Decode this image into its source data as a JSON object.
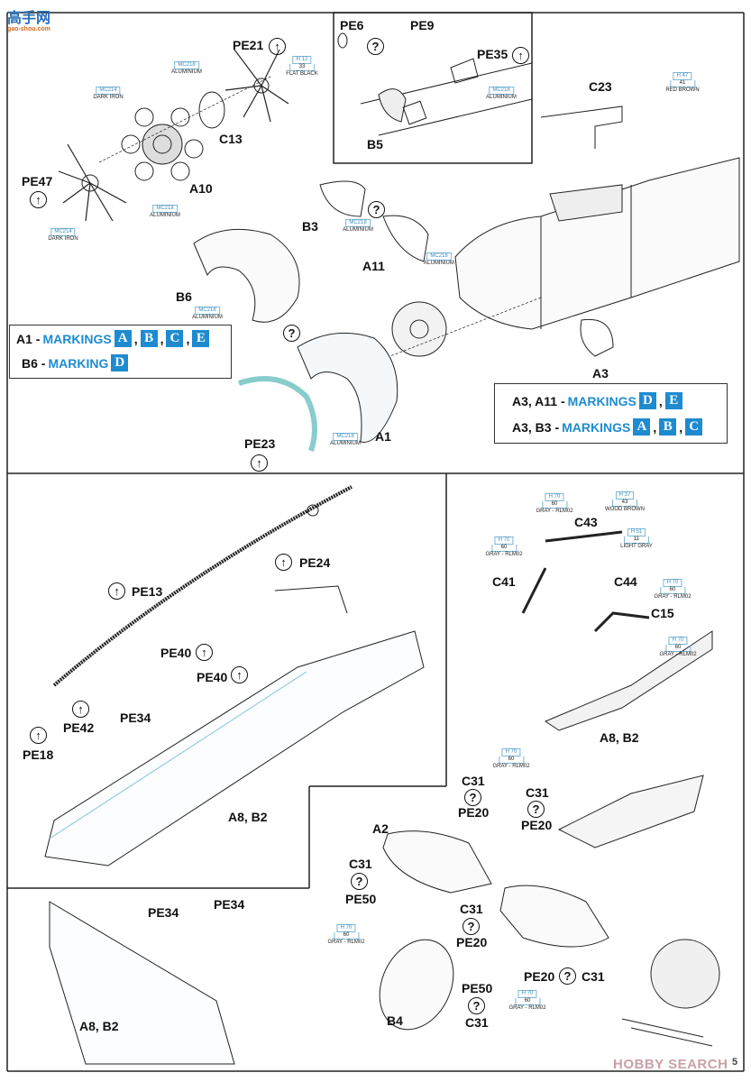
{
  "logos": {
    "top_left": "高手网",
    "top_left_sub": "gao-shou.com",
    "bottom_right": "HOBBY SEARCH"
  },
  "page_number": "5",
  "top_section": {
    "parts": [
      "PE21",
      "C13",
      "A10",
      "PE47",
      "PE6",
      "PE9",
      "PE35",
      "B5",
      "C23",
      "B3",
      "A11",
      "B6",
      "A3",
      "PE23",
      "A1"
    ],
    "callouts": [
      {
        "code": "MC218",
        "num": "",
        "name": "ALUMINIUM"
      },
      {
        "code": "H 12",
        "num": "33",
        "name": "FLAT BLACK"
      },
      {
        "code": "MC214",
        "num": "",
        "name": "DARK IRON"
      },
      {
        "code": "MC218",
        "num": "",
        "name": "ALUMINIUM"
      },
      {
        "code": "MC214",
        "num": "",
        "name": "DARK IRON"
      },
      {
        "code": "MC218",
        "num": "",
        "name": "ALUMINIUM"
      },
      {
        "code": "H 47",
        "num": "41",
        "name": "RED BROWN"
      },
      {
        "code": "MC218",
        "num": "",
        "name": "ALUMINIUM"
      },
      {
        "code": "MC218",
        "num": "",
        "name": "ALUMINIUM"
      },
      {
        "code": "MC218",
        "num": "",
        "name": "ALUMINIUM"
      },
      {
        "code": "MC218",
        "num": "",
        "name": "ALUMINIUM"
      }
    ],
    "markings_left": [
      {
        "label": "A1 - ",
        "word": "MARKINGS",
        "letters": [
          "A",
          "B",
          "C",
          "E"
        ]
      },
      {
        "label": "B6 - ",
        "word": "MARKING",
        "letters": [
          "D"
        ]
      }
    ],
    "markings_right": [
      {
        "label": "A3, A11 - ",
        "word": "MARKINGS",
        "letters": [
          "D",
          "E"
        ]
      },
      {
        "label": "A3, B3 - ",
        "word": "MARKINGS",
        "letters": [
          "A",
          "B",
          "C"
        ]
      }
    ]
  },
  "bottom_section": {
    "parts": [
      "PE13",
      "PE24",
      "PE40",
      "PE40",
      "PE42",
      "PE34",
      "PE18",
      "A8, B2",
      "PE34",
      "PE34",
      "A8, B2",
      "C43",
      "C41",
      "C44",
      "C15",
      "A8, B2",
      "C31",
      "PE20",
      "C31",
      "PE20",
      "A2",
      "C31",
      "PE50",
      "C31",
      "PE20",
      "B4",
      "PE50",
      "C31",
      "PE20",
      "C31"
    ],
    "callouts": [
      {
        "code": "H 70",
        "num": "60",
        "name": "GRAY - RLM02"
      },
      {
        "code": "H 37",
        "num": "43",
        "name": "WOOD BROWN"
      },
      {
        "code": "H 70",
        "num": "60",
        "name": "GRAY - RLM02"
      },
      {
        "code": "H 51",
        "num": "11",
        "name": "LIGHT GRAY"
      },
      {
        "code": "H 70",
        "num": "60",
        "name": "GRAY - RLM02"
      },
      {
        "code": "H 70",
        "num": "60",
        "name": "GRAY - RLM02"
      },
      {
        "code": "H 70",
        "num": "60",
        "name": "GRAY - RLM02"
      },
      {
        "code": "H 70",
        "num": "60",
        "name": "GRAY - RLM02"
      },
      {
        "code": "H 70",
        "num": "60",
        "name": "GRAY - RLM02"
      }
    ]
  },
  "icons": {
    "optional": "?",
    "photo_etch": "↑"
  },
  "colors": {
    "marking_blue": "#1e8bd0",
    "paint_code_blue": "#3a8fc0"
  }
}
